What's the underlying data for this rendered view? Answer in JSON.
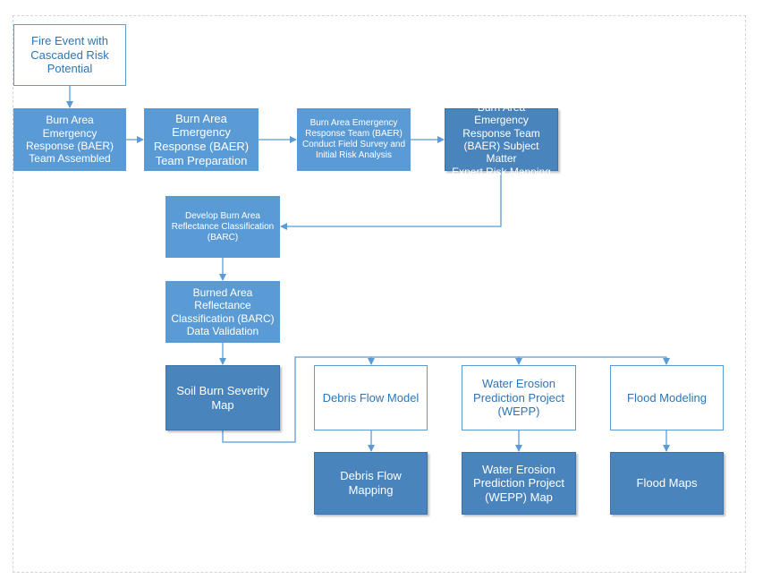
{
  "nodes": {
    "fire_event": "Fire Event with\nCascaded Risk\nPotential",
    "baer_assembled": "Burn Area  Emergency\nResponse (BAER)\nTeam Assembled",
    "baer_preparation": "Burn Area\nEmergency\nResponse (BAER)\nTeam Preparation",
    "baer_field_survey": "Burn Area  Emergency\nResponse Team (BAER)\nConduct Field Survey and\nInitial Risk Analysis",
    "baer_expert_mapping": "Burn Area  Emergency\nResponse Team\n(BAER) Subject Matter\nExpert Risk Mapping",
    "develop_barc": "Develop Burn Area\nReflectance Classification\n(BARC)",
    "barc_validation": "Burned Area\nReflectance\nClassification (BARC)\nData Validation",
    "soil_burn_severity": "Soil Burn Severity\nMap",
    "debris_flow_model": "Debris Flow Model",
    "wepp": "Water Erosion\nPrediction Project\n(WEPP)",
    "flood_modeling": "Flood Modeling",
    "debris_flow_mapping": "Debris Flow Mapping",
    "wepp_map": "Water Erosion\nPrediction Project\n(WEPP) Map",
    "flood_maps": "Flood Maps"
  },
  "colors": {
    "outline": "#5b9bd5",
    "fill": "#5b9bd5",
    "dark": "#4a84bc",
    "text_outline": "#2e75b6"
  }
}
